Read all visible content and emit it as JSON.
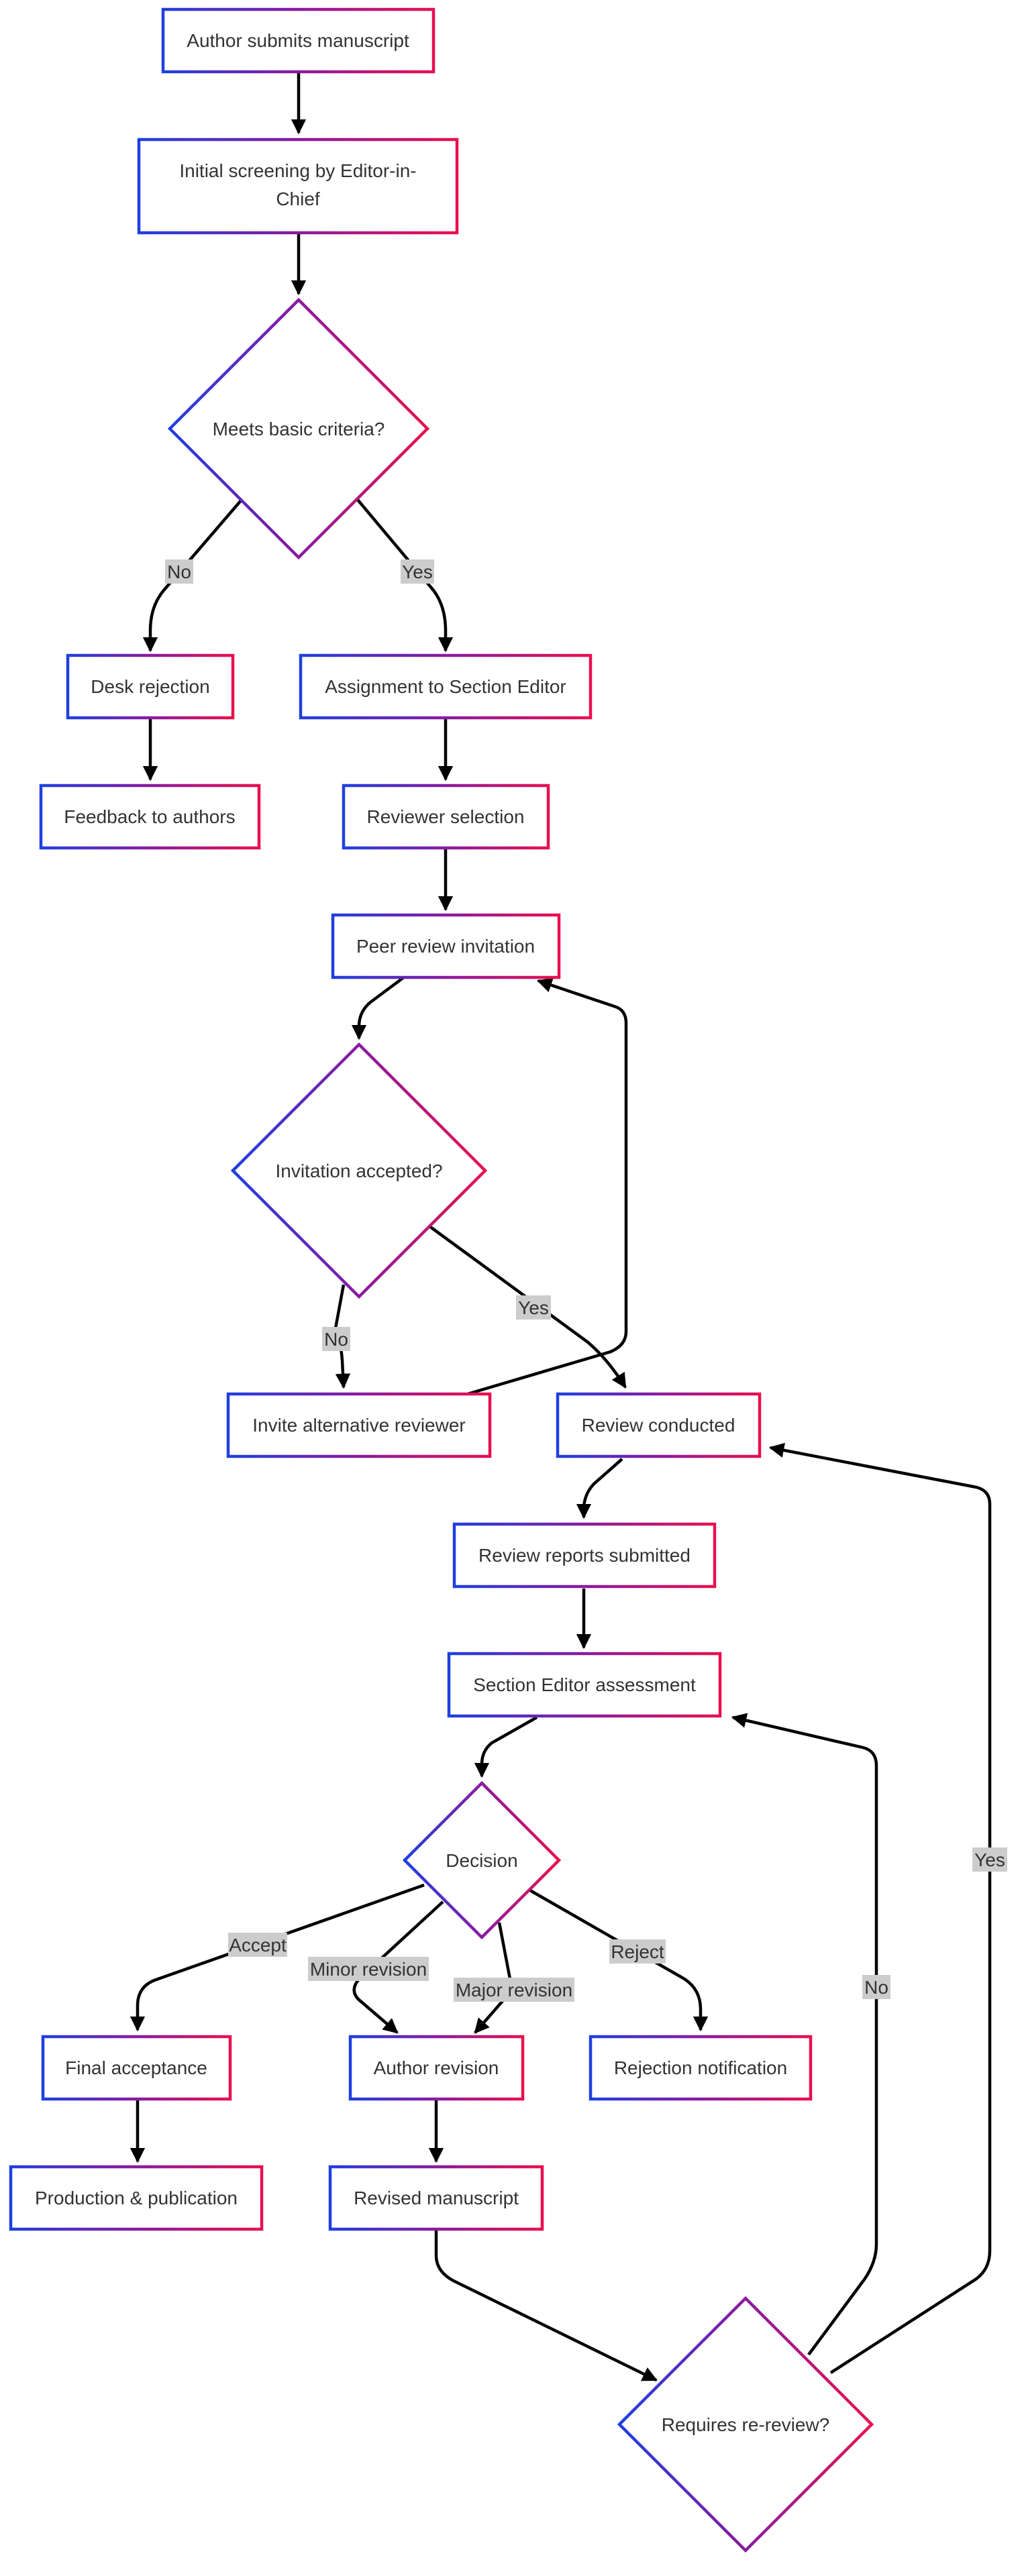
{
  "colors": {
    "node_border_start": "#1f3fe0",
    "node_border_mid": "#8a1aa0",
    "node_border_end": "#e8104e",
    "edge": "#000000",
    "label_background": "#cccccc",
    "text": "#333333"
  },
  "nodes": {
    "submit": "Author submits manuscript",
    "screening_line1": "Initial screening by Editor-in-",
    "screening_line2": "Chief",
    "criteria": "Meets basic criteria?",
    "desk_rejection": "Desk rejection",
    "feedback": "Feedback to authors",
    "assignment": "Assignment to Section Editor",
    "reviewer_selection": "Reviewer selection",
    "invitation": "Peer review invitation",
    "accepted": "Invitation accepted?",
    "alternative": "Invite alternative reviewer",
    "review_conducted": "Review conducted",
    "reports": "Review reports submitted",
    "assessment": "Section Editor assessment",
    "decision": "Decision",
    "final_acceptance": "Final acceptance",
    "production": "Production & publication",
    "author_revision": "Author revision",
    "revised": "Revised manuscript",
    "rejection_notification": "Rejection notification",
    "rereview": "Requires re-review?"
  },
  "edge_labels": {
    "criteria_no": "No",
    "criteria_yes": "Yes",
    "accepted_no": "No",
    "accepted_yes": "Yes",
    "accept": "Accept",
    "minor": "Minor revision",
    "major": "Major revision",
    "reject": "Reject",
    "rereview_no": "No",
    "rereview_yes": "Yes"
  }
}
